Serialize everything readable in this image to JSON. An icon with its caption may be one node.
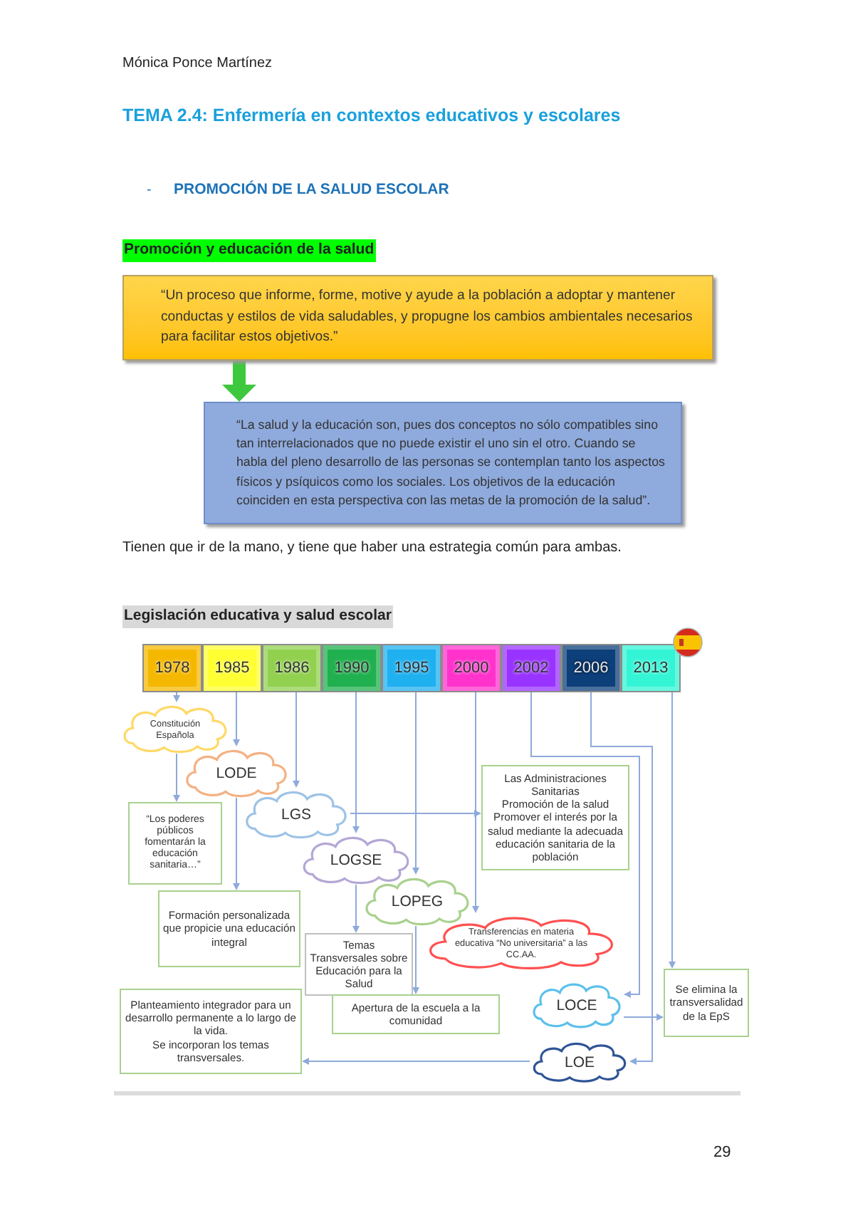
{
  "diagram": {
    "title": "TEMA 2.4: Enfermería en contextos educativos y escolares",
    "nodes": [
      {
        "text": [
          "“Un proceso que informe, forme, motive y ayude a la población a adoptar y mantener conductas y estilos de vida saludables, y propugne los cambios ambientales necesarios para facilitar estos objetivos.”"
        ]
      },
      {
        "text": [
          "“La salud y la educación son, pues dos conceptos no sólo compatibles sino tan interrelacionados que no puede existir el uno sin el otro. Cuando se habla del pleno desarrollo de las personas se contemplan tanto los aspectos físicos y psíquicos como los sociales. Los objetivos de la educación coinciden en esta perspectiva con las metas de la promoción de la salud”."
        ]
      },
      {
        "text": [
          "1978"
        ]
      },
      {
        "text": [
          "1985"
        ]
      },
      {
        "text": [
          "1986"
        ]
      },
      {
        "text": [
          "1990"
        ]
      },
      {
        "text": [
          "1995"
        ]
      },
      {
        "text": [
          "2000"
        ]
      },
      {
        "text": [
          "2002"
        ]
      },
      {
        "text": [
          "2006"
        ]
      },
      {
        "text": [
          "2013"
        ]
      },
      {
        "text": [
          "Constitución Española"
        ]
      },
      {
        "text": [
          "LODE"
        ]
      },
      {
        "text": [
          "“Los poderes públicos fomentarán la educación sanitaria…”"
        ]
      },
      {
        "text": [
          "LGS"
        ]
      },
      {
        "text": [
          "Las Administraciones Sanitarias",
          "Promoción de la salud",
          "Promover el interés por la salud mediante la adecuada educación sanitaria de la población"
        ]
      },
      {
        "text": [
          "LOGSE"
        ]
      },
      {
        "text": [
          "Formación personalizada que propicie una educación integral"
        ]
      },
      {
        "text": [
          "LOPEG"
        ]
      },
      {
        "text": [
          "Transferencias en materia educativa “No universitaria” a las CC.AA."
        ]
      },
      {
        "text": [
          "Temas Transversales sobre Educación para la Salud"
        ]
      },
      {
        "text": [
          "Planteamiento integrador para un desarrollo permanente a lo largo de la vida.",
          "Se incorporan los temas transversales."
        ]
      },
      {
        "text": [
          "Apertura de la escuela a la comunidad"
        ]
      },
      {
        "text": [
          "LOCE"
        ]
      },
      {
        "text": [
          "Se elimina la transversalidad de la EpS"
        ]
      },
      {
        "text": [
          "LOE"
        ]
      }
    ],
    "edges": [
      {
        "from": 0,
        "to": 1,
        "arrow": "to",
        "style": "thick",
        "color": "#3dc83d"
      },
      {
        "from": 2,
        "to": 11,
        "arrow": "to"
      },
      {
        "from": 3,
        "to": 12,
        "arrow": "to"
      },
      {
        "from": 11,
        "to": 13,
        "arrow": "to"
      },
      {
        "from": 4,
        "to": 14,
        "arrow": "to"
      },
      {
        "from": 14,
        "to": 15,
        "arrow": "to"
      },
      {
        "from": 5,
        "to": 16,
        "arrow": "to"
      },
      {
        "from": 12,
        "to": 17,
        "arrow": "to"
      },
      {
        "from": 6,
        "to": 18,
        "arrow": "to"
      },
      {
        "from": 7,
        "to": 19,
        "arrow": "to"
      },
      {
        "from": 16,
        "to": 20,
        "arrow": "to"
      },
      {
        "from": 18,
        "to": 22,
        "arrow": "to"
      },
      {
        "from": 8,
        "to": 23,
        "arrow": "to"
      },
      {
        "from": 9,
        "to": 25,
        "arrow": "to"
      },
      {
        "from": 10,
        "to": 24,
        "arrow": "to"
      },
      {
        "from": 23,
        "to": 24,
        "arrow": "to"
      },
      {
        "from": 25,
        "to": 21,
        "arrow": "to"
      }
    ],
    "labels": [
      "Mónica Ponce Martínez",
      "-",
      "PROMOCIÓN DE LA SALUD ESCOLAR",
      "Promoción y educación de la salud",
      "Tienen que ir de la mano, y tiene que haber una estrategia común para ambas.",
      "Legislación educativa y salud escolar",
      "29"
    ]
  }
}
